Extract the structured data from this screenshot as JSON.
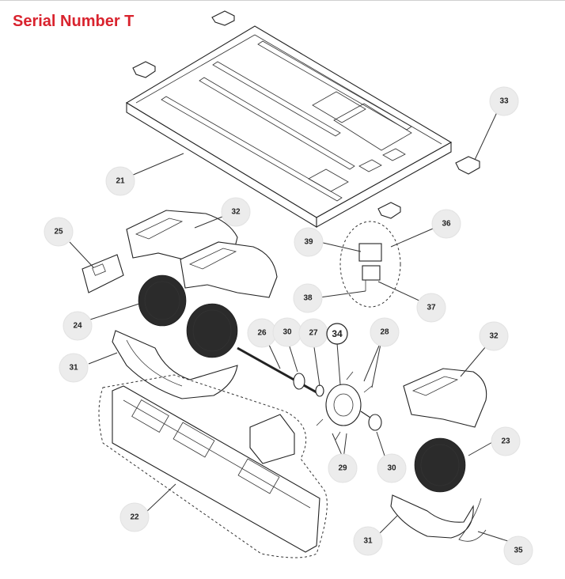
{
  "title": "Serial Number T",
  "callouts": {
    "c21": "21",
    "c22": "22",
    "c23": "23",
    "c24": "24",
    "c25": "25",
    "c26": "26",
    "c27": "27",
    "c28": "28",
    "c29": "29",
    "c30a": "30",
    "c30b": "30",
    "c31a": "31",
    "c31b": "31",
    "c32a": "32",
    "c32b": "32",
    "c33": "33",
    "c34": "34",
    "c35": "35",
    "c36": "36",
    "c37": "37",
    "c38": "38",
    "c39": "39"
  }
}
